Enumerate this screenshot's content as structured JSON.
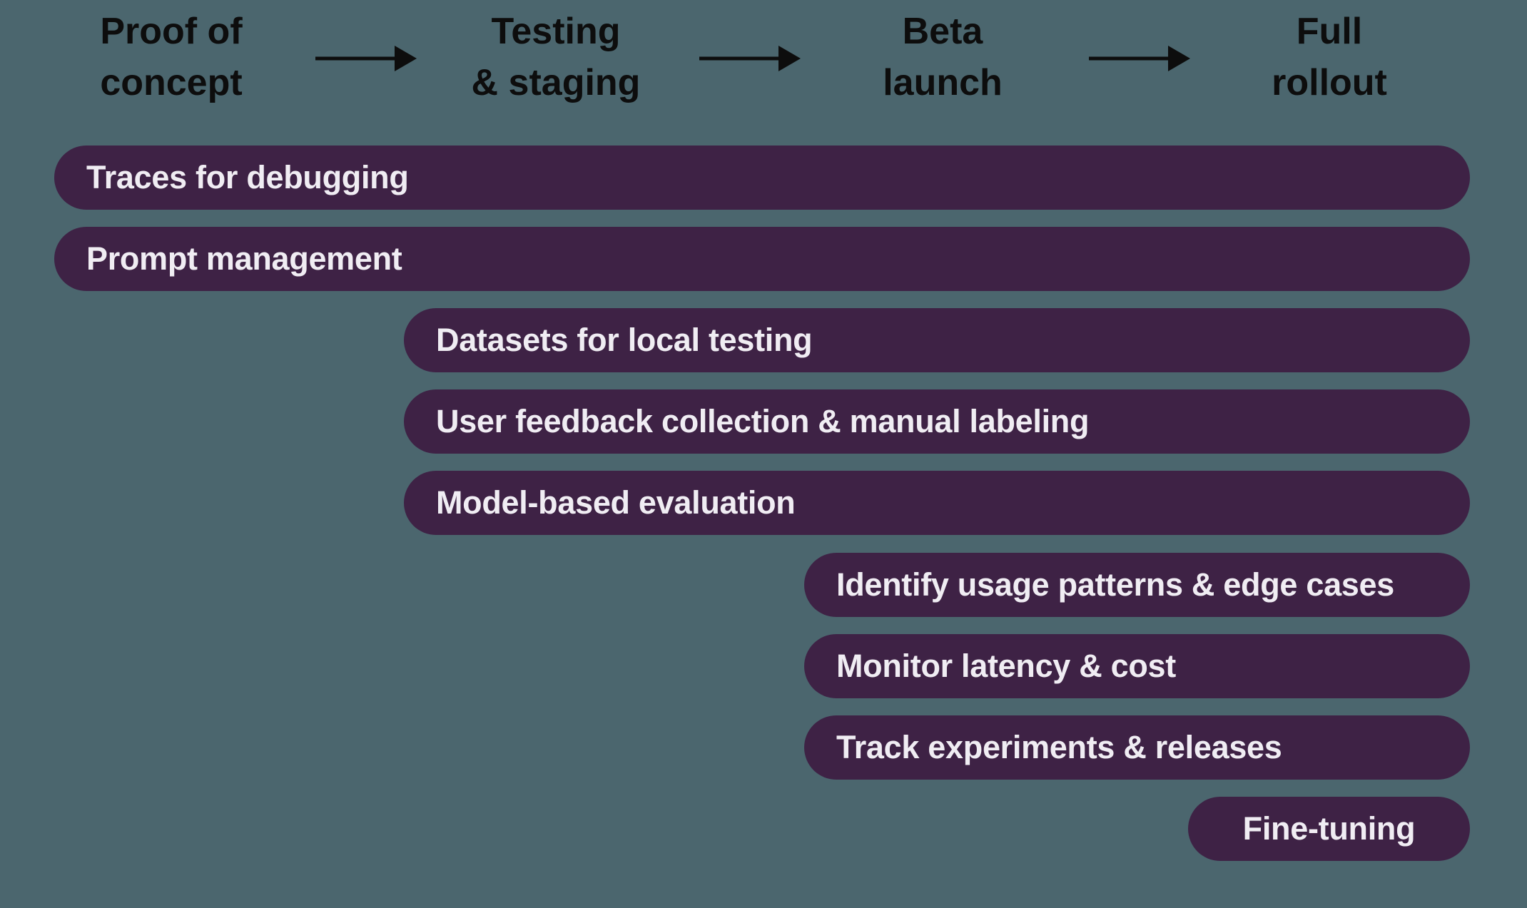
{
  "colors": {
    "background": "#4B666E",
    "bar_fill": "#3E2245",
    "bar_text": "#F0EDF3",
    "stage_text": "#0D0D0D",
    "arrow": "#0D0D0D"
  },
  "stages": [
    {
      "line1": "Proof of",
      "line2": "concept"
    },
    {
      "line1": "Testing",
      "line2": "& staging"
    },
    {
      "line1": "Beta",
      "line2": "launch"
    },
    {
      "line1": "Full",
      "line2": "rollout"
    }
  ],
  "bars": [
    {
      "label": "Traces for debugging",
      "start_stage": "Proof of concept",
      "end_stage": "Full rollout"
    },
    {
      "label": "Prompt management",
      "start_stage": "Proof of concept",
      "end_stage": "Full rollout"
    },
    {
      "label": "Datasets for local testing",
      "start_stage": "Testing & staging",
      "end_stage": "Full rollout"
    },
    {
      "label": "User feedback collection & manual labeling",
      "start_stage": "Testing & staging",
      "end_stage": "Full rollout"
    },
    {
      "label": "Model-based evaluation",
      "start_stage": "Testing & staging",
      "end_stage": "Full rollout"
    },
    {
      "label": "Identify usage patterns & edge cases",
      "start_stage": "Beta launch",
      "end_stage": "Full rollout"
    },
    {
      "label": "Monitor latency & cost",
      "start_stage": "Beta launch",
      "end_stage": "Full rollout"
    },
    {
      "label": "Track experiments & releases",
      "start_stage": "Beta launch",
      "end_stage": "Full rollout"
    },
    {
      "label": "Fine-tuning",
      "start_stage": "Full rollout",
      "end_stage": "Full rollout"
    }
  ]
}
